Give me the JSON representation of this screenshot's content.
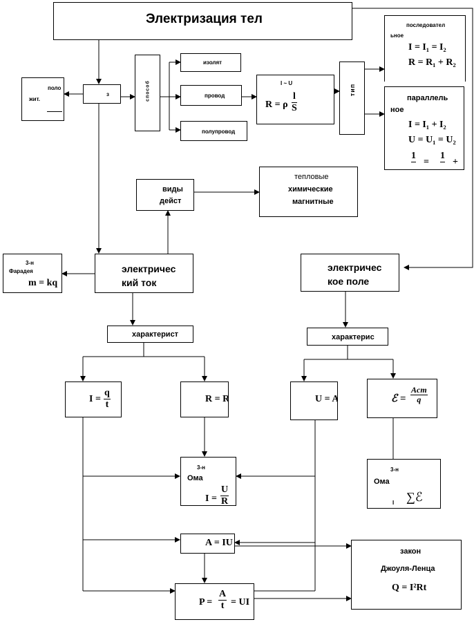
{
  "title": "Электризация тел",
  "top": {
    "small_box": {
      "line1": "поло",
      "line2": "жит."
    },
    "z_box": "з",
    "method_box": "способ",
    "insulator": "изолят",
    "conductor": "провод",
    "semiconductor": "полупровод",
    "ohm_box": {
      "line1": "I ~ U",
      "formula_r": "R = ρ",
      "num": "l",
      "den": "S"
    },
    "type_box": "тип",
    "series": {
      "line1": "последовател",
      "line2": "ьное",
      "f1": "I = I₁ = I₂",
      "f2": "R = R₁ + R₂"
    },
    "parallel": {
      "line1": "параллель",
      "line2": "ное",
      "f1": "I = I₁ + I₂",
      "f2": "U = U₁ = U₂",
      "f3_num": "1",
      "f3_num2": "1"
    }
  },
  "effects": {
    "label_line1": "виды",
    "label_line2": "дейст",
    "list": [
      "тепловые",
      "химические",
      "магнитные"
    ]
  },
  "faraday": {
    "line1": "3-н",
    "line2": "Фарадея",
    "formula": "m = kq"
  },
  "current": {
    "line1": "электричес",
    "line2": "кий ток"
  },
  "field": {
    "line1": "электричес",
    "line2": "кое поле"
  },
  "char_current": "характерист",
  "char_field": "характерис",
  "formulas": {
    "current_lhs": "I =",
    "current_num": "q",
    "current_den": "t",
    "resistance": "R = R",
    "voltage": "U = A",
    "emf_lhs": "ℰ =",
    "emf_num": "Aст",
    "emf_den": "q"
  },
  "ohm": {
    "line1": "3-н",
    "line2": "Ома",
    "lhs": "I =",
    "num": "U",
    "den": "R"
  },
  "ohm_full": {
    "line1": "3-н",
    "line2": "Ома",
    "sym": "∑ℰ",
    "small": "I"
  },
  "work": "A = IU",
  "power": {
    "lhs": "P =",
    "num": "A",
    "den": "t",
    "rhs": "= UI"
  },
  "joule": {
    "line1": "закон",
    "line2": "Джоуля-Ленца",
    "formula": "Q = I²Rt"
  }
}
